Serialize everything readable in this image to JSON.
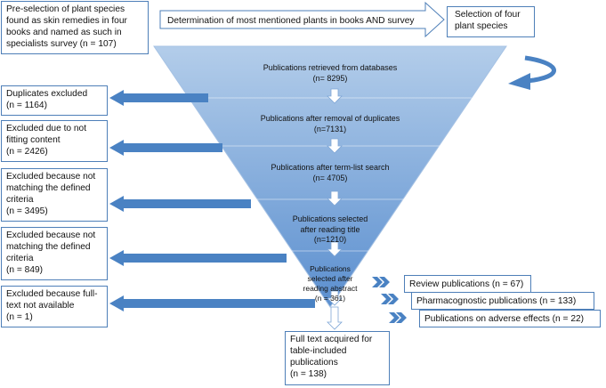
{
  "top": {
    "preselection": "Pre-selection of plant species\nfound as skin remedies in four\nbooks and named as such in\nspecialists survey (n = 107)",
    "determination": "Determination of most mentioned plants in books AND survey",
    "selection": "Selection of four\nplant species"
  },
  "funnel": [
    "Publications retrieved from databases\n(n= 8295)",
    "Publications after removal of duplicates\n(n=7131)",
    "Publications after term-list search\n(n= 4705)",
    "Publications selected\nafter reading title\n(n=1210)",
    "Publications\nselected after\nreading abstract\n(n = 361)"
  ],
  "exclusions": [
    "Duplicates excluded\n(n = 1164)",
    "Excluded due to not\nfitting content\n(n = 2426)",
    "Excluded because not\nmatching the defined\ncriteria\n(n = 3495)",
    "Excluded because not\nmatching the defined\ncriteria\n(n = 849)",
    "Excluded because full-\ntext not available\n(n = 1)"
  ],
  "categories": [
    "Review publications (n = 67)",
    "Pharmacognostic publications (n = 133)",
    "Publications on adverse effects (n = 22)"
  ],
  "final": "Full text acquired for\ntable-included\npublications\n(n = 138)",
  "colors": {
    "border": "#4e7fb8",
    "arrow": "#4a82c3",
    "funnel_top": "#b3cdea",
    "funnel_bottom": "#5b8fcf"
  }
}
